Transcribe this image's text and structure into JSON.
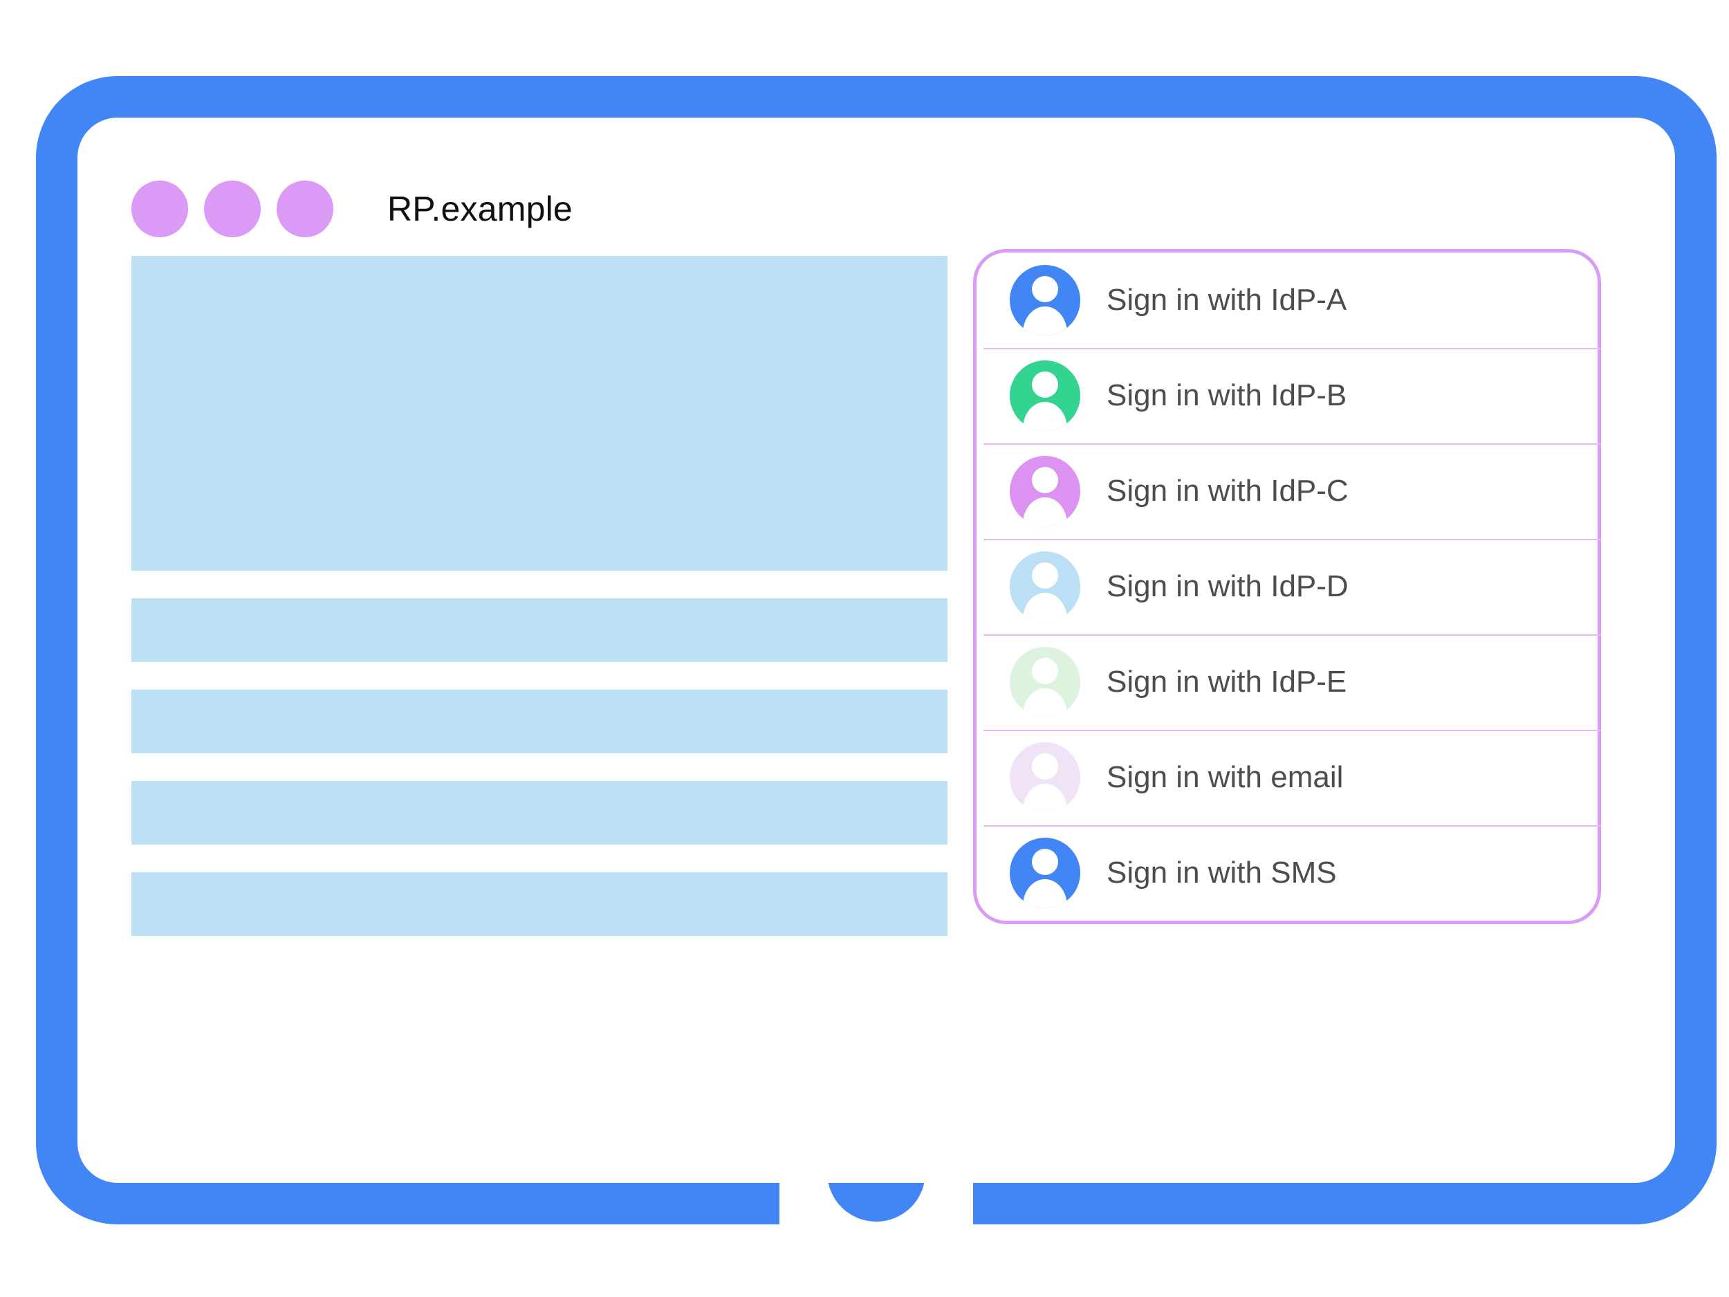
{
  "theme": {
    "brand_blue": "#4285F4",
    "title_dot_purple": "#DB9AF5",
    "placeholder_blue": "#BDE0F5",
    "panel_border_purple": "#DB9AF5",
    "divider_purple": "#E8B8F2"
  },
  "browser": {
    "title": "RP.example",
    "title_dots": [
      "window-dot-1",
      "window-dot-2",
      "window-dot-3"
    ],
    "home_button": "home-button"
  },
  "content": {
    "placeholders": [
      {
        "name": "hero-placeholder",
        "kind": "hero"
      },
      {
        "name": "text-line-placeholder-1",
        "kind": "line"
      },
      {
        "name": "text-line-placeholder-2",
        "kind": "line"
      },
      {
        "name": "text-line-placeholder-3",
        "kind": "line"
      },
      {
        "name": "text-line-placeholder-4",
        "kind": "line"
      }
    ]
  },
  "account_chooser": {
    "items": [
      {
        "label": "Sign in with IdP-A",
        "icon": "account-avatar-icon",
        "avatar_color": "#4285F4"
      },
      {
        "label": "Sign in with IdP-B",
        "icon": "account-avatar-icon",
        "avatar_color": "#33D391"
      },
      {
        "label": "Sign in with IdP-C",
        "icon": "account-avatar-icon",
        "avatar_color": "#DB92F0"
      },
      {
        "label": "Sign in with IdP-D",
        "icon": "account-avatar-icon",
        "avatar_color": "#BBDFF5"
      },
      {
        "label": "Sign in with IdP-E",
        "icon": "account-avatar-icon",
        "avatar_color": "#DDF3DF"
      },
      {
        "label": "Sign in with email",
        "icon": "account-avatar-icon",
        "avatar_color": "#F0E3F7"
      },
      {
        "label": "Sign in with SMS",
        "icon": "account-avatar-icon",
        "avatar_color": "#4285F4"
      }
    ]
  }
}
